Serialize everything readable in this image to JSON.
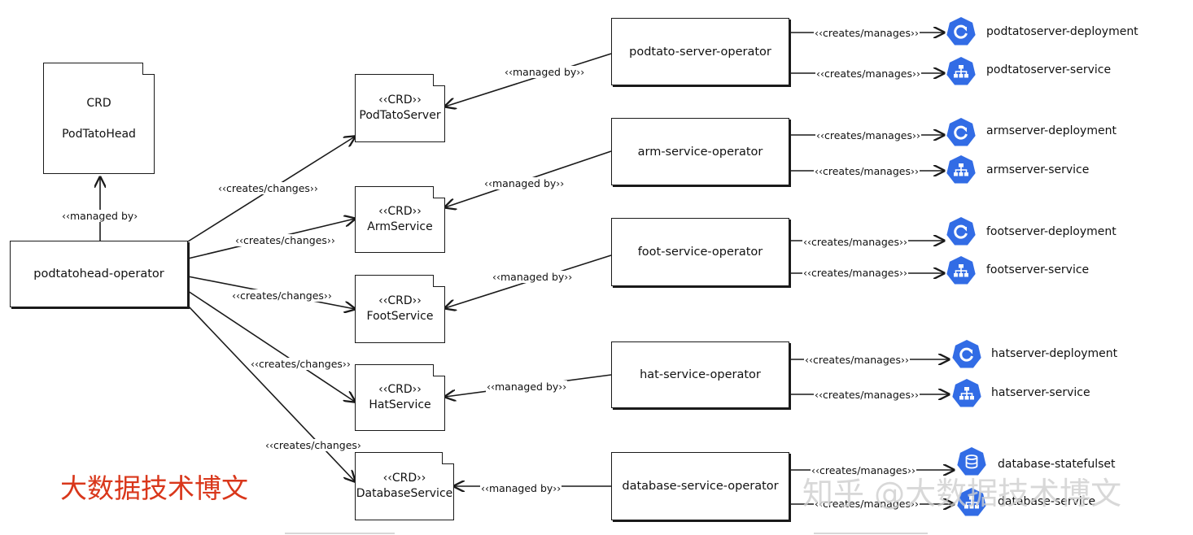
{
  "root": {
    "crd_doc": {
      "line1": "CRD",
      "line2": "PodTatoHead"
    },
    "managed_by_label": "‹‹managed by›",
    "operator": "podtatohead-operator"
  },
  "crd_marker": "‹‹CRD››",
  "rows": [
    {
      "crd": "PodTatoServer",
      "creates_label": "‹‹creates/changes››",
      "managed_by_label": "‹‹managed by››",
      "operator": "podtato-server-operator",
      "deploy_label": "‹‹creates/manages››",
      "deploy": "podtatoserver-deployment",
      "service_label": "‹‹creates/manages››",
      "service": "podtatoserver-service"
    },
    {
      "crd": "ArmService",
      "creates_label": "‹‹creates/changes››",
      "managed_by_label": "‹‹managed by››",
      "operator": "arm-service-operator",
      "deploy_label": "‹‹creates/manages››",
      "deploy": "armserver-deployment",
      "service_label": "‹‹creates/manages››",
      "service": "armserver-service"
    },
    {
      "crd": "FootService",
      "creates_label": "‹‹creates/changes››",
      "managed_by_label": "‹‹managed by››",
      "operator": "foot-service-operator",
      "deploy_label": "‹‹creates/manages››",
      "deploy": "footserver-deployment",
      "service_label": "‹‹creates/manages››",
      "service": "footserver-service"
    },
    {
      "crd": "HatService",
      "creates_label": "‹‹creates/changes››",
      "managed_by_label": "‹‹managed by››",
      "operator": "hat-service-operator",
      "deploy_label": "‹‹creates/manages››",
      "deploy": "hatserver-deployment",
      "service_label": "‹‹creates/manages››",
      "service": "hatserver-service"
    },
    {
      "crd": "DatabaseService",
      "creates_label": "‹‹creates/changes›",
      "managed_by_label": "‹‹managed by››",
      "operator": "database-service-operator",
      "deploy_label": "‹‹creates/manages››",
      "deploy": "database-statefulset",
      "service_label": "‹‹creates/manages››",
      "service": "database-service"
    }
  ],
  "icons": {
    "deployment": "deployment-icon",
    "service": "service-icon",
    "statefulset": "statefulset-icon"
  },
  "colors": {
    "kubernetes_blue": "#326ce5",
    "watermark_red": "#d9371b"
  },
  "watermark": "大数据技术博文",
  "zhihu_watermark": "知乎 @大数据技术博文"
}
